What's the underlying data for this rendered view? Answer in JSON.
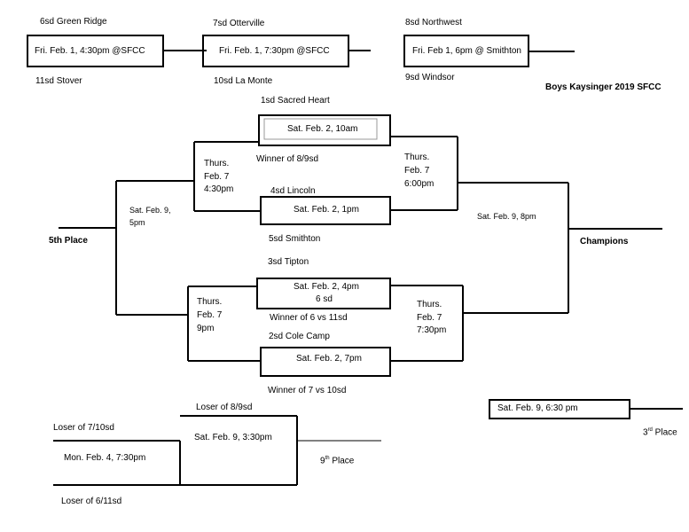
{
  "title": "Boys Kaysinger 2019 SFCC",
  "play_in": [
    {
      "top": "6sd Green Ridge",
      "game": "Fri. Feb. 1, 4:30pm @SFCC",
      "bottom": "11sd Stover"
    },
    {
      "top": "7sd Otterville",
      "game": "Fri. Feb. 1,  7:30pm @SFCC",
      "bottom": "10sd La Monte"
    },
    {
      "top": "8sd Northwest",
      "game": "Fri. Feb 1, 6pm @ Smithton",
      "bottom": "9sd Windsor"
    }
  ],
  "quarterfinals": [
    {
      "top": "1sd Sacred Heart",
      "game": "Sat. Feb. 2,  10am",
      "bottom": "Winner of 8/9sd"
    },
    {
      "top": "4sd Lincoln",
      "game": "Sat. Feb. 2, 1pm",
      "bottom": "5sd Smithton"
    },
    {
      "top": "3sd Tipton",
      "game": "Sat. Feb. 2, 4pm",
      "game_line2": "6 sd",
      "bottom": "Winner of 6 vs 11sd"
    },
    {
      "top": "2sd Cole Camp",
      "game": "Sat. Feb. 2, 7pm",
      "bottom": "Winner of 7 vs 10sd"
    }
  ],
  "semifinals": {
    "left_top": [
      "Thurs.",
      "Feb. 7",
      "4:30pm"
    ],
    "right_top": [
      "Thurs.",
      "Feb.  7",
      "6:00pm"
    ],
    "left_bottom": [
      "Thurs.",
      "Feb. 7",
      "9pm"
    ],
    "right_bottom": [
      "Thurs.",
      "Feb. 7",
      "7:30pm"
    ]
  },
  "fifth_place": {
    "game": "Sat. Feb. 9,",
    "time": "5pm",
    "label": "5th Place"
  },
  "championship": {
    "game": "Sat. Feb. 9, 8pm",
    "label": "Champions"
  },
  "third_place": {
    "game": "Sat. Feb. 9, 6:30 pm",
    "label_num": "3",
    "label_sup": "rd",
    "label_rest": " Place"
  },
  "consolation": {
    "top": "Loser of 8/9sd",
    "game": "Sat. Feb. 9, 3:30pm",
    "label_num": "9",
    "label_sup": "th",
    "label_rest": " Place"
  },
  "consolation_first": {
    "top": "Loser of 7/10sd",
    "game": "Mon. Feb. 4, 7:30pm",
    "bottom": "Loser of 6/11sd"
  }
}
